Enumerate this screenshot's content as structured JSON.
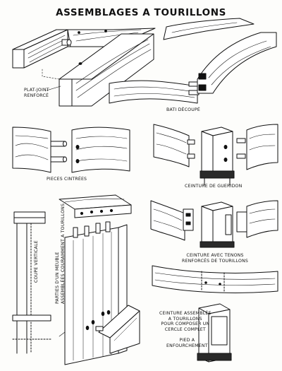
{
  "title": "ASSEMBLAGES A TOURILLONS",
  "labels": {
    "plat_joint": "PLAT-JOINT\nRENFORCÉ",
    "bati": "BATI DÉCOUPÉ",
    "pieces": "PIECES CINTRÉES",
    "gueridon": "CEINTURE DE GUERIDON",
    "tenons": "CEINTURE AVEC TENONS\nRENFORCÉS DE TOURILLONS",
    "coupe": "COUPE VERTICALE",
    "parties": "PARTIES D'UN MEUBLE\nASSEMBLÉES COURAMMENT A TOURILLONS",
    "ceinture_cercle": "CEINTURE ASSEMBLÉE\nA TOURILLONS\nPOUR COMPOSER UN\nCERCLE COMPLET",
    "pied": "PIED A\nENFOURCHEMENT"
  },
  "colors": {
    "ink": "#111111",
    "paper": "#fdfdfb",
    "shade": "#2a2a2a"
  }
}
